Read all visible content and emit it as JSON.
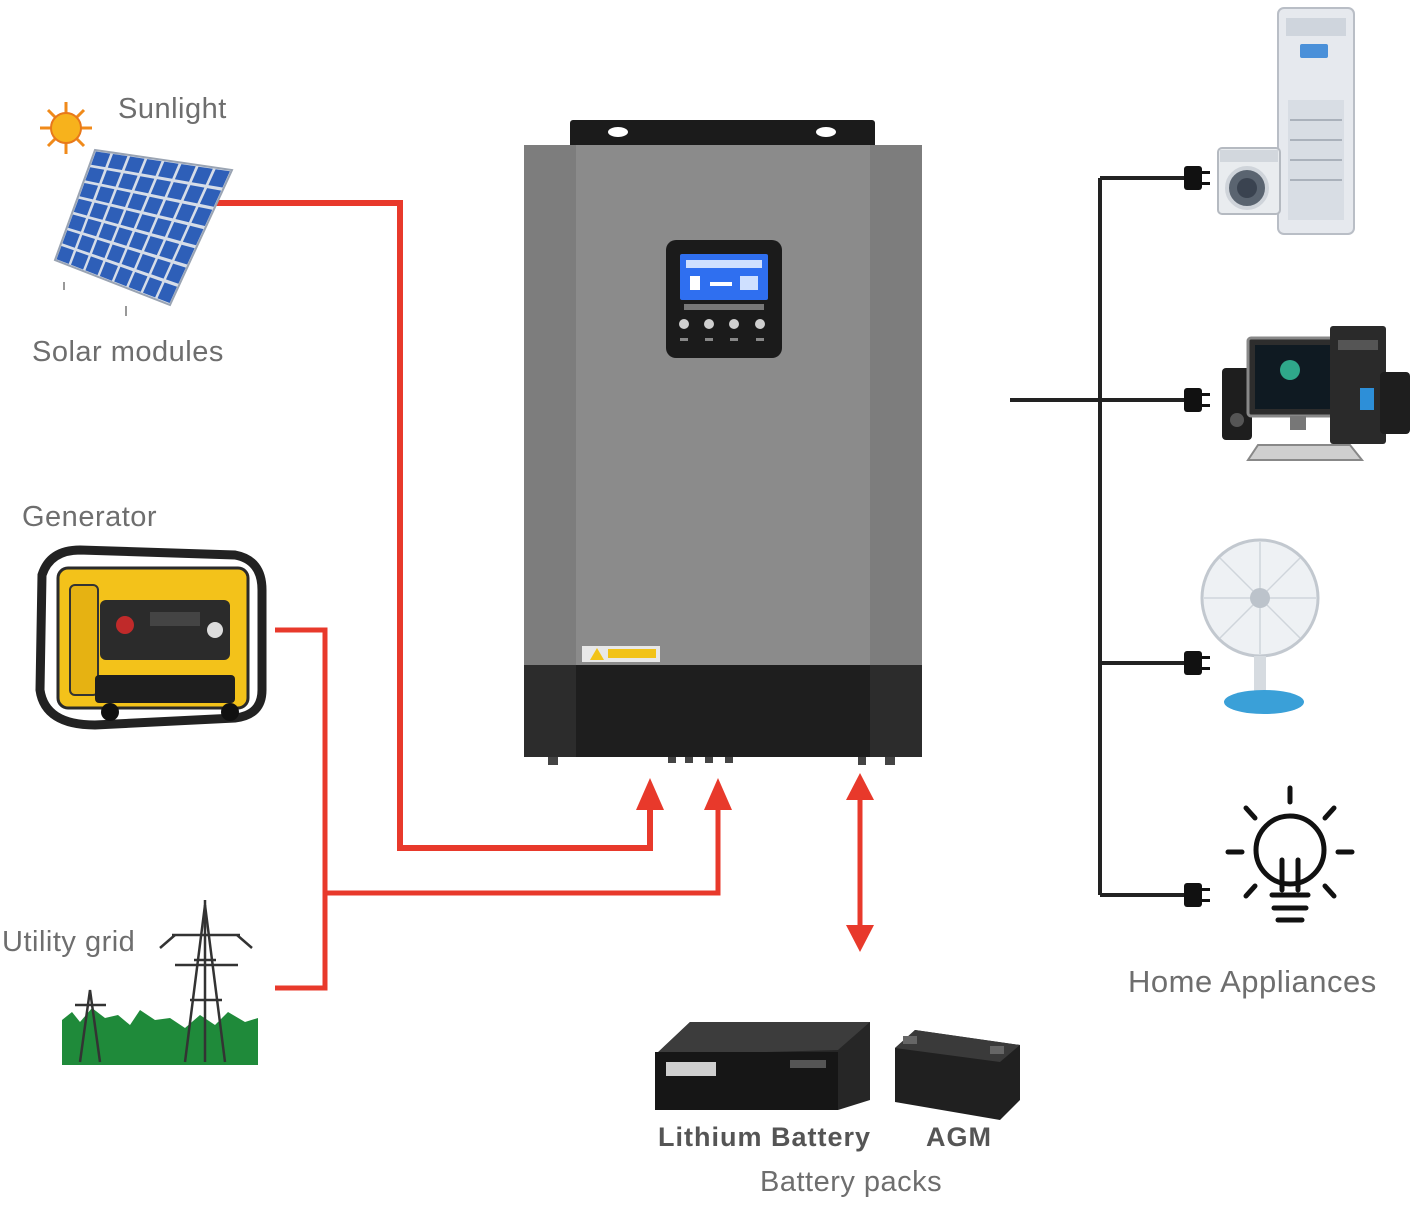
{
  "sources": {
    "sunlight_label": "Sunlight",
    "solar_label": "Solar modules",
    "generator_label": "Generator",
    "grid_label": "Utility grid"
  },
  "batteries": {
    "lithium_label": "Lithium Battery",
    "agm_label": "AGM",
    "group_label": "Battery packs"
  },
  "loads": {
    "group_label": "Home Appliances"
  },
  "colors": {
    "input_wire": "#e8392b",
    "output_wire": "#222222",
    "inverter_body": "#8a8a8a",
    "lcd_screen": "#2f6ff0"
  }
}
